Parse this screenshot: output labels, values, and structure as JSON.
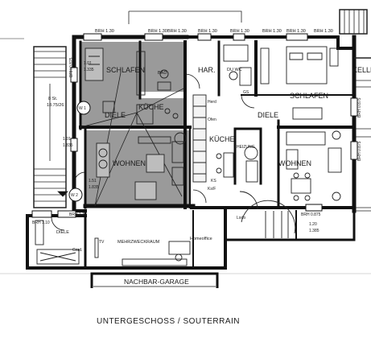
{
  "title": "UNTERGESCHOSS / SOUTERRAIN",
  "garage_label": "NACHBAR-GARAGE",
  "rooms": {
    "schlafen_left": "SCHLAFEN",
    "bad": "BAD",
    "har": "HAR.",
    "du_wc": "DU WC",
    "schlafen_right": "SCHLAFEN",
    "keller": "KELLE",
    "diele_left": "DIELE",
    "kueche_left": "KÜCHE",
    "diele_right": "DIELE",
    "kueche_right": "KÜCHE",
    "heizung": "HEIZUNG",
    "wohnen_left": "WOHNEN",
    "wohnen_right": "WOHNEN",
    "diele_bottom": "DIELE",
    "mehrzweckraum": "MEHRZWECKRAUM",
    "homeoffice": "Homeoffice",
    "garderobe": "Gard.",
    "tv": "TV",
    "lodo": "Lodo"
  },
  "window_labels": {
    "brh_a": "BRH 1.30",
    "brh_b": "BRH 1.30",
    "brh_c": "BRH 1.30",
    "brh_d": "BRH 1.30",
    "brh_e": "BRH 1.30",
    "brh_f": "BRH 1.30",
    "brh_g": "BRH 1.30",
    "brh_h": "BRH 1.30",
    "brh_side_1": "BRH 0.875",
    "brh_side_2": "BRH 0.875",
    "brh_side_3": "BRH 0.875",
    "brh_bottom_1": "BRH 1.10",
    "brh_bottom_2": "BRH 1.10",
    "brh_bottom_3": "BRH 0.875"
  },
  "dims": {
    "d1": "1.01",
    "d2": "1.335",
    "d3": "1.01",
    "d4": "1.835",
    "d5": "1.51",
    "d6": "1.835",
    "d7": "1.20",
    "d8": "1.385",
    "stairs": "8 St.",
    "stairs_ratio": "18.75/26",
    "w1": "W 1",
    "w2": "W 2",
    "herd": "Herd",
    "ofen": "Ofen",
    "ks": "KS",
    "gs": "GS",
    "ksf": "Ks/F"
  }
}
